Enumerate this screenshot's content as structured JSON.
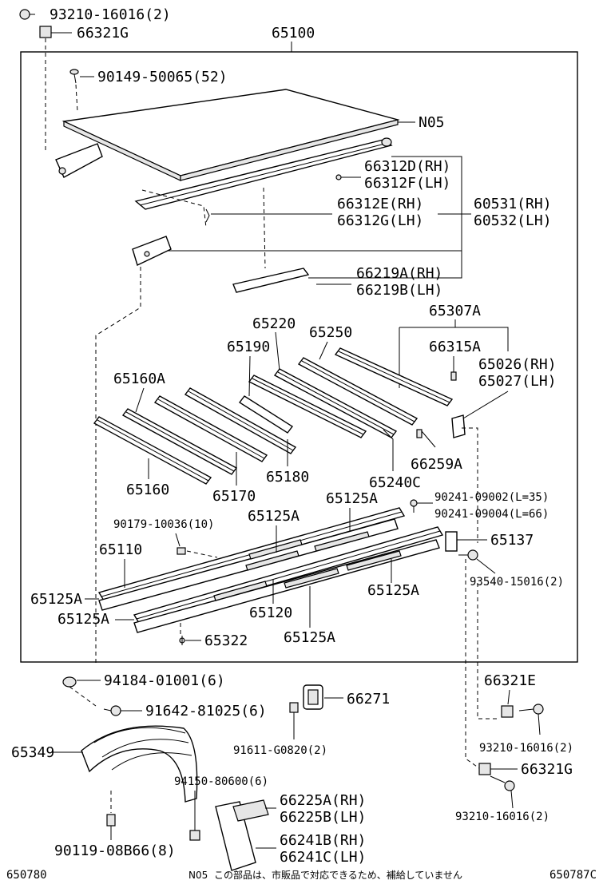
{
  "diagram": {
    "main_assembly": "65100",
    "labels": {
      "bolt_top_left": "93210-16016(2)",
      "clip_top_left": "66321G",
      "screw_52": "90149-50065(52)",
      "note_n05": "N05",
      "p66312D": "66312D(RH)",
      "p66312F": "66312F(LH)",
      "p66312E": "66312E(RH)",
      "p66312G": "66312G(LH)",
      "p60531": "60531(RH)",
      "p60532": "60532(LH)",
      "p66219A": "66219A(RH)",
      "p66219B": "66219B(LH)",
      "p65307A": "65307A",
      "p66315A": "66315A",
      "p65026": "65026(RH)",
      "p65027": "65027(LH)",
      "p65220": "65220",
      "p65250": "65250",
      "p65190": "65190",
      "p65160A": "65160A",
      "p65160": "65160",
      "p65170": "65170",
      "p65180": "65180",
      "p65240C": "65240C",
      "p66259A": "66259A",
      "p90241_35": "90241-09002(L=35)",
      "p90241_66": "90241-09004(L=66)",
      "p90179": "90179-10036(10)",
      "p65125A_1": "65125A",
      "p65125A_2": "65125A",
      "p65110": "65110",
      "p65137": "65137",
      "p93540": "93540-15016(2)",
      "p65125A_3": "65125A",
      "p65125A_4": "65125A",
      "p65125A_5": "65125A",
      "p65120": "65120",
      "p65125A_6": "65125A",
      "p65322": "65322",
      "p94184": "94184-01001(6)",
      "p91642": "91642-81025(6)",
      "p66271": "66271",
      "p91611": "91611-G0820(2)",
      "p66321E": "66321E",
      "p93210_r1": "93210-16016(2)",
      "p66321G_r": "66321G",
      "p93210_r2": "93210-16016(2)",
      "p65349": "65349",
      "p94150": "94150-80600(6)",
      "p66225A": "66225A(RH)",
      "p66225B": "66225B(LH)",
      "p66241B": "66241B(RH)",
      "p66241C": "66241C(LH)",
      "p90119": "90119-08B66(8)"
    }
  },
  "footer": {
    "left_code": "650780",
    "note_label": "N05",
    "note_text": "この部品は、市販品で対応できるため、補給していません",
    "right_code": "650787C"
  }
}
